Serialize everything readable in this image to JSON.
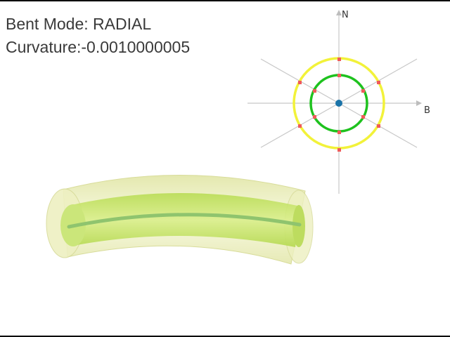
{
  "status": {
    "mode_label": "Bent Mode:",
    "mode_value": "RADIAL",
    "curvature_label": "Curvature:",
    "curvature_value": "-0.0010000005"
  },
  "section_view": {
    "n_axis_label": "N",
    "b_axis_label": "B",
    "colors": {
      "outer_ring": "#f2f23a",
      "inner_ring": "#1ec21e",
      "center_point": "#1a73a8",
      "sample_points": "#f05a5a",
      "axes": "#c8c8c8"
    }
  },
  "tube_view": {
    "colors": {
      "outer_tube": "#ecf0b4",
      "inner_tube": "#c3e35d",
      "centerline": "#8fc46e"
    }
  }
}
